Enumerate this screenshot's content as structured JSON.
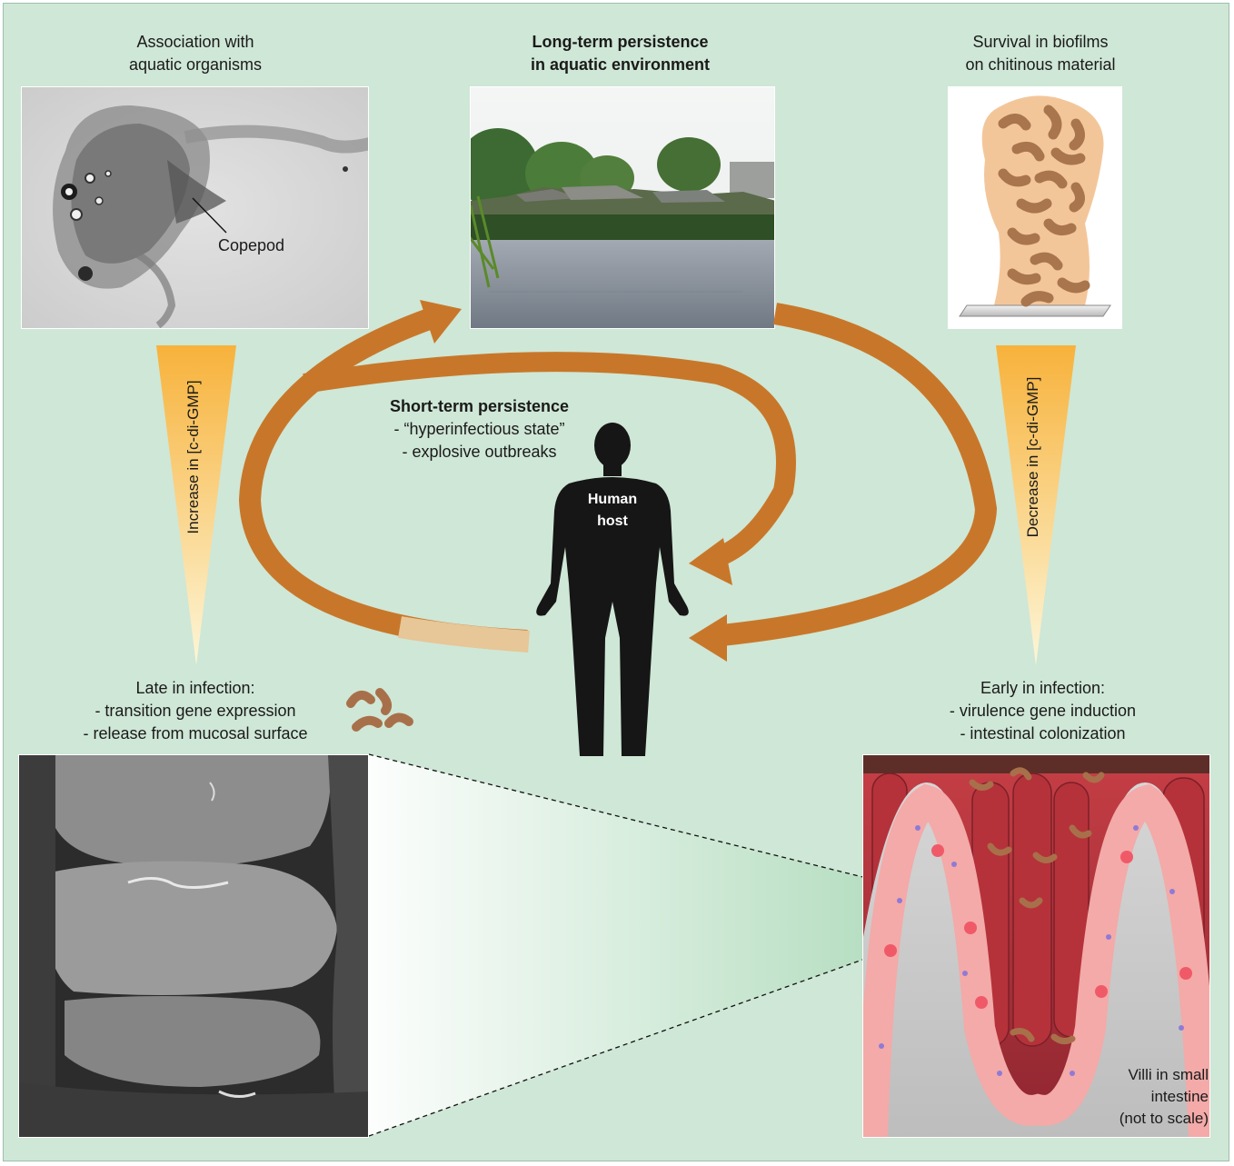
{
  "labels": {
    "copepod_panel": [
      "Association with",
      "aquatic organisms"
    ],
    "copepod": "Copepod",
    "environment_panel": [
      "Long-term persistence",
      "in aquatic environment"
    ],
    "biofilm_panel": [
      "Survival in biofilms",
      "on chitinous material"
    ],
    "short_term_title": "Short-term persistence",
    "short_term_items": [
      "- “hyperinfectious state”",
      "- explosive outbreaks"
    ],
    "human_host": [
      "Human",
      "host"
    ],
    "increase_gradient": "Increase in [c-di-GMP]",
    "decrease_gradient": "Decrease in [c-di-GMP]",
    "late_infection": [
      "Late in infection:",
      "- transition gene expression",
      "- release from mucosal surface"
    ],
    "early_infection": [
      "Early in infection:",
      "- virulence gene induction",
      "- intestinal colonization"
    ],
    "villi_caption": [
      "Villi in small",
      "intestine",
      "(not to scale)"
    ]
  },
  "colors": {
    "background": "#cfe7d6",
    "arrow": "#c8772a",
    "silhouette": "#161616",
    "gradient_top": "#f7b23b",
    "gradient_bottom": "#fdf6d8",
    "bacteria": "#a8704a",
    "villus_tissue": "#f3aaa8",
    "lumen_red": "#b8353b"
  },
  "icons": [
    "copepod-micrograph",
    "lake-photo",
    "biofilm-illustration",
    "human-silhouette-icon",
    "bacterium-icon",
    "sem-micrograph",
    "villi-illustration"
  ]
}
